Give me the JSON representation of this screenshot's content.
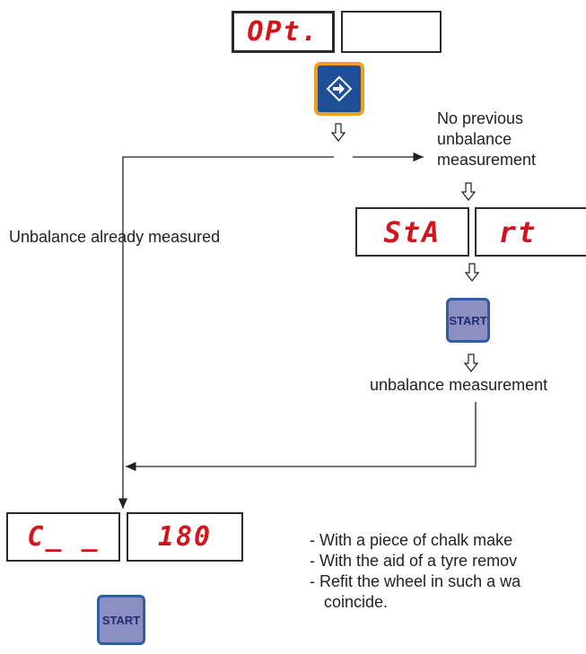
{
  "top_display": {
    "left": "OPt.",
    "right": ""
  },
  "enter_button": {
    "icon": "enter-arrow-icon"
  },
  "labels": {
    "no_previous_line1": "No previous",
    "no_previous_line2": "unbalance",
    "no_previous_line3": "measurement",
    "already_measured": "Unbalance already measured",
    "unbalance_measurement": "unbalance measurement"
  },
  "start_display": {
    "left": "StA",
    "right": "rt"
  },
  "start_button": {
    "label": "START"
  },
  "c_display": {
    "left": "C_ _",
    "right": "180"
  },
  "bottom_start_button": {
    "label": "START"
  },
  "instructions": {
    "line1": "- With a piece of chalk make",
    "line2": "- With the aid of a tyre remov",
    "line3": "- Refit the wheel in such a wa",
    "line4": "coincide."
  },
  "colors": {
    "segment_red": "#d4141c",
    "start_fill": "#8b8fc2",
    "start_border": "#2d5fa6",
    "enter_fill": "#1f4f96",
    "enter_border": "#f0a01e"
  }
}
